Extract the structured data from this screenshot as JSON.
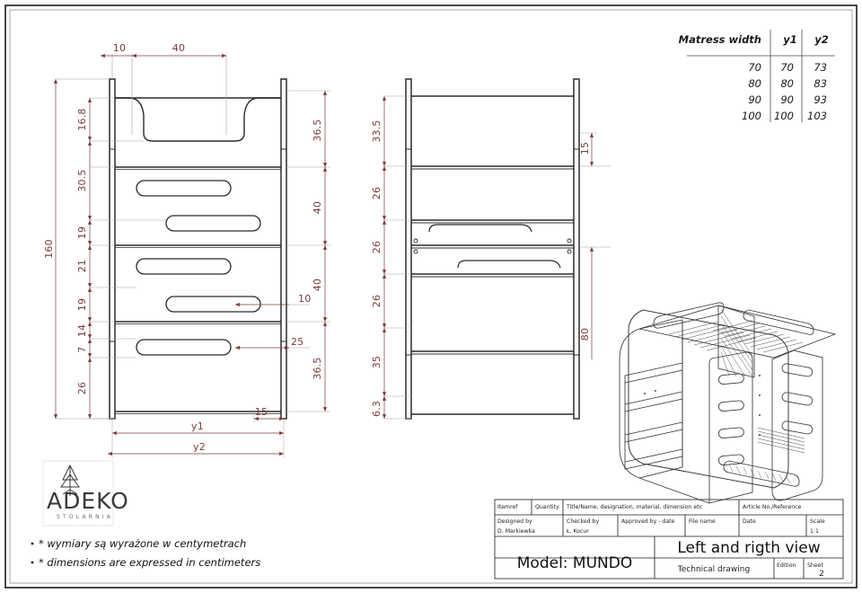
{
  "document": {
    "type": "technical-drawing",
    "units_note_pl": "* wymiary są wyrażone w centymetrach",
    "units_note_en": "* dimensions are expressed in centimeters"
  },
  "colors": {
    "dimension": "#7a3b3b",
    "outline": "#2b2b2b",
    "frame": "#1a1a1a",
    "thin": "#9a9a9a"
  },
  "mattress_table": {
    "headers": [
      "Matress width",
      "y1",
      "y2"
    ],
    "rows": [
      [
        "70",
        "70",
        "73"
      ],
      [
        "80",
        "80",
        "83"
      ],
      [
        "90",
        "90",
        "93"
      ],
      [
        "100",
        "100",
        "103"
      ]
    ]
  },
  "view_left": {
    "top_dims": [
      "10",
      "40"
    ],
    "left_overall": "160",
    "left_dims": [
      "16.8",
      "30.5",
      "19",
      "21",
      "19",
      "14",
      "7",
      "26"
    ],
    "right_dims": [
      "36.5",
      "40",
      "40",
      "36.5"
    ],
    "leader_dims": [
      "10",
      "25"
    ],
    "bottom_dims": [
      "15",
      "y1",
      "y2"
    ]
  },
  "view_right": {
    "left_dims": [
      "33.5",
      "26",
      "26",
      "26",
      "35",
      "6.3"
    ],
    "right_dims": [
      "15",
      "80"
    ]
  },
  "logo": {
    "name": "ADEKO",
    "subtitle": "STOLARNIA",
    "icon": "tree-icon"
  },
  "title_block": {
    "row1": {
      "itemref": "Itemref",
      "quantity": "Quantity",
      "title_name": "Title/Name, designation, material, dimension etc",
      "article_no": "Article No./Reference"
    },
    "row2": {
      "designed_by_label": "Designed by",
      "designed_by_value": "D. Markiewka",
      "checked_by_label": "Checked by",
      "checked_by_value": "Ł. Kocur",
      "approved_by_label": "Approved by - date",
      "file_name_label": "File name",
      "date_label": "Date",
      "scale_label": "Scale",
      "scale_value": "1:1"
    },
    "row3": {
      "model": "Model: MUNDO",
      "view_title": "Left and rigth view",
      "drawing_type": "Technical drawing",
      "edition_label": "Edition",
      "sheet_label": "Sheet",
      "sheet_value": "2"
    }
  },
  "iso_view": {
    "name": "isometric-bunk-bed-view"
  }
}
